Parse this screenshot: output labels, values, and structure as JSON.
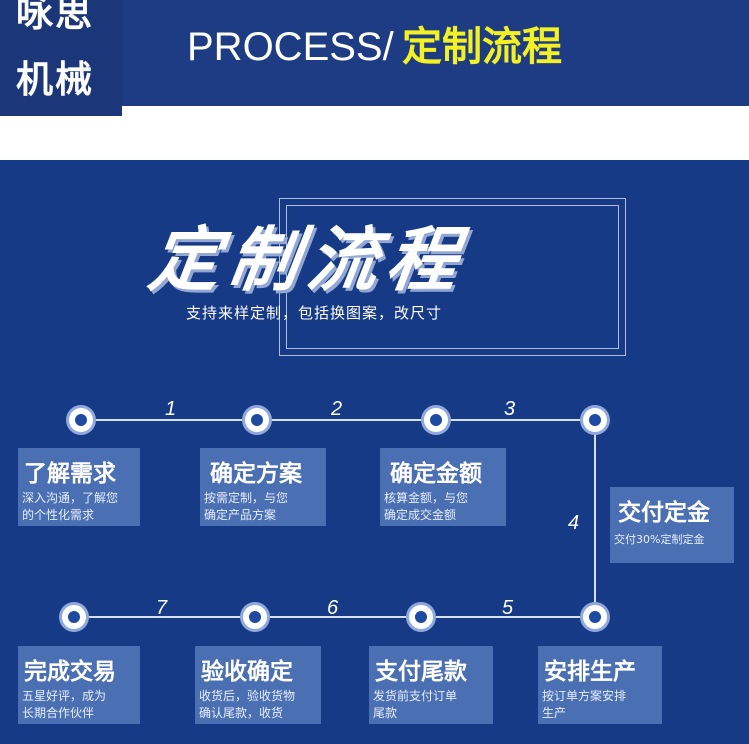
{
  "header": {
    "brand_line1": "咏思",
    "brand_line2": "机械",
    "title_en": "PROCESS/",
    "title_cn": "定制流程"
  },
  "banner": {
    "title": "定制流程",
    "subtitle": "支持来样定制，包括换图案，改尺寸"
  },
  "steps": [
    {
      "num": "1"
    },
    {
      "num": "2"
    },
    {
      "num": "3"
    },
    {
      "num": "4"
    },
    {
      "num": "5"
    },
    {
      "num": "6"
    },
    {
      "num": "7"
    }
  ],
  "cards": [
    {
      "title": "了解需求",
      "desc": "深入沟通，了解您\n的个性化需求"
    },
    {
      "title": "确定方案",
      "desc": "按需定制，与您\n确定产品方案"
    },
    {
      "title": "确定金额",
      "desc": "核算金额，与您\n确定成交金额"
    },
    {
      "title": "交付定金",
      "desc": "交付30%定制定金"
    },
    {
      "title": "完成交易",
      "desc": "五星好评，成为\n长期合作伙伴"
    },
    {
      "title": "验收确定",
      "desc": "收货后，验收货物\n确认尾款，收货"
    },
    {
      "title": "支付尾款",
      "desc": "发货前支付订单\n尾款"
    },
    {
      "title": "安排生产",
      "desc": "按订单方案安排\n生产"
    }
  ],
  "colors": {
    "header_bg": "#1d3c84",
    "panel_bg": "#163a86",
    "accent_yellow": "#f3f123",
    "card_bg": "#4b6fb3"
  }
}
